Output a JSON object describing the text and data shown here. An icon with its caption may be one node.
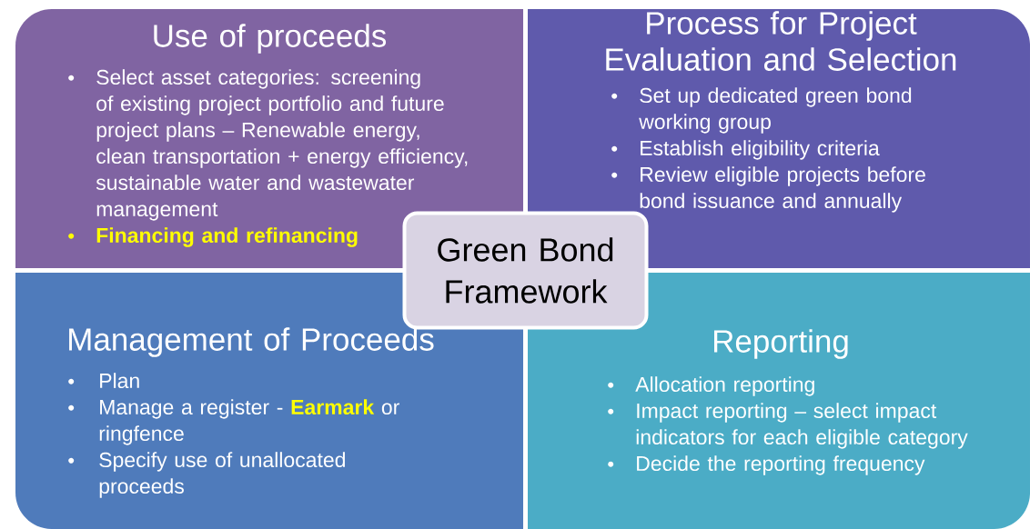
{
  "diagram": {
    "nodes": [
      {
        "text": [
          "Use of proceeds",
          "Select asset categories: screening of existing project portfolio and future project plans – Renewable energy, clean transportation + energy efficiency, sustainable water and wastewater management",
          "Financing and refinancing"
        ]
      },
      {
        "text": [
          "Process for Project Evaluation and Selection",
          "Set up dedicated green bond working group",
          "Establish eligibility criteria",
          "Review eligible projects before bond issuance and annually"
        ]
      },
      {
        "text": [
          "Management of Proceeds",
          "Plan",
          "Manage a register - **Earmark** or ringfence",
          "Specify use of unallocated proceeds"
        ]
      },
      {
        "text": [
          "Reporting",
          "Allocation reporting",
          "Impact reporting – select impact indicators for each eligible category",
          "Decide the reporting frequency"
        ]
      },
      {
        "text": [
          "Green Bond Framework"
        ]
      }
    ]
  }
}
